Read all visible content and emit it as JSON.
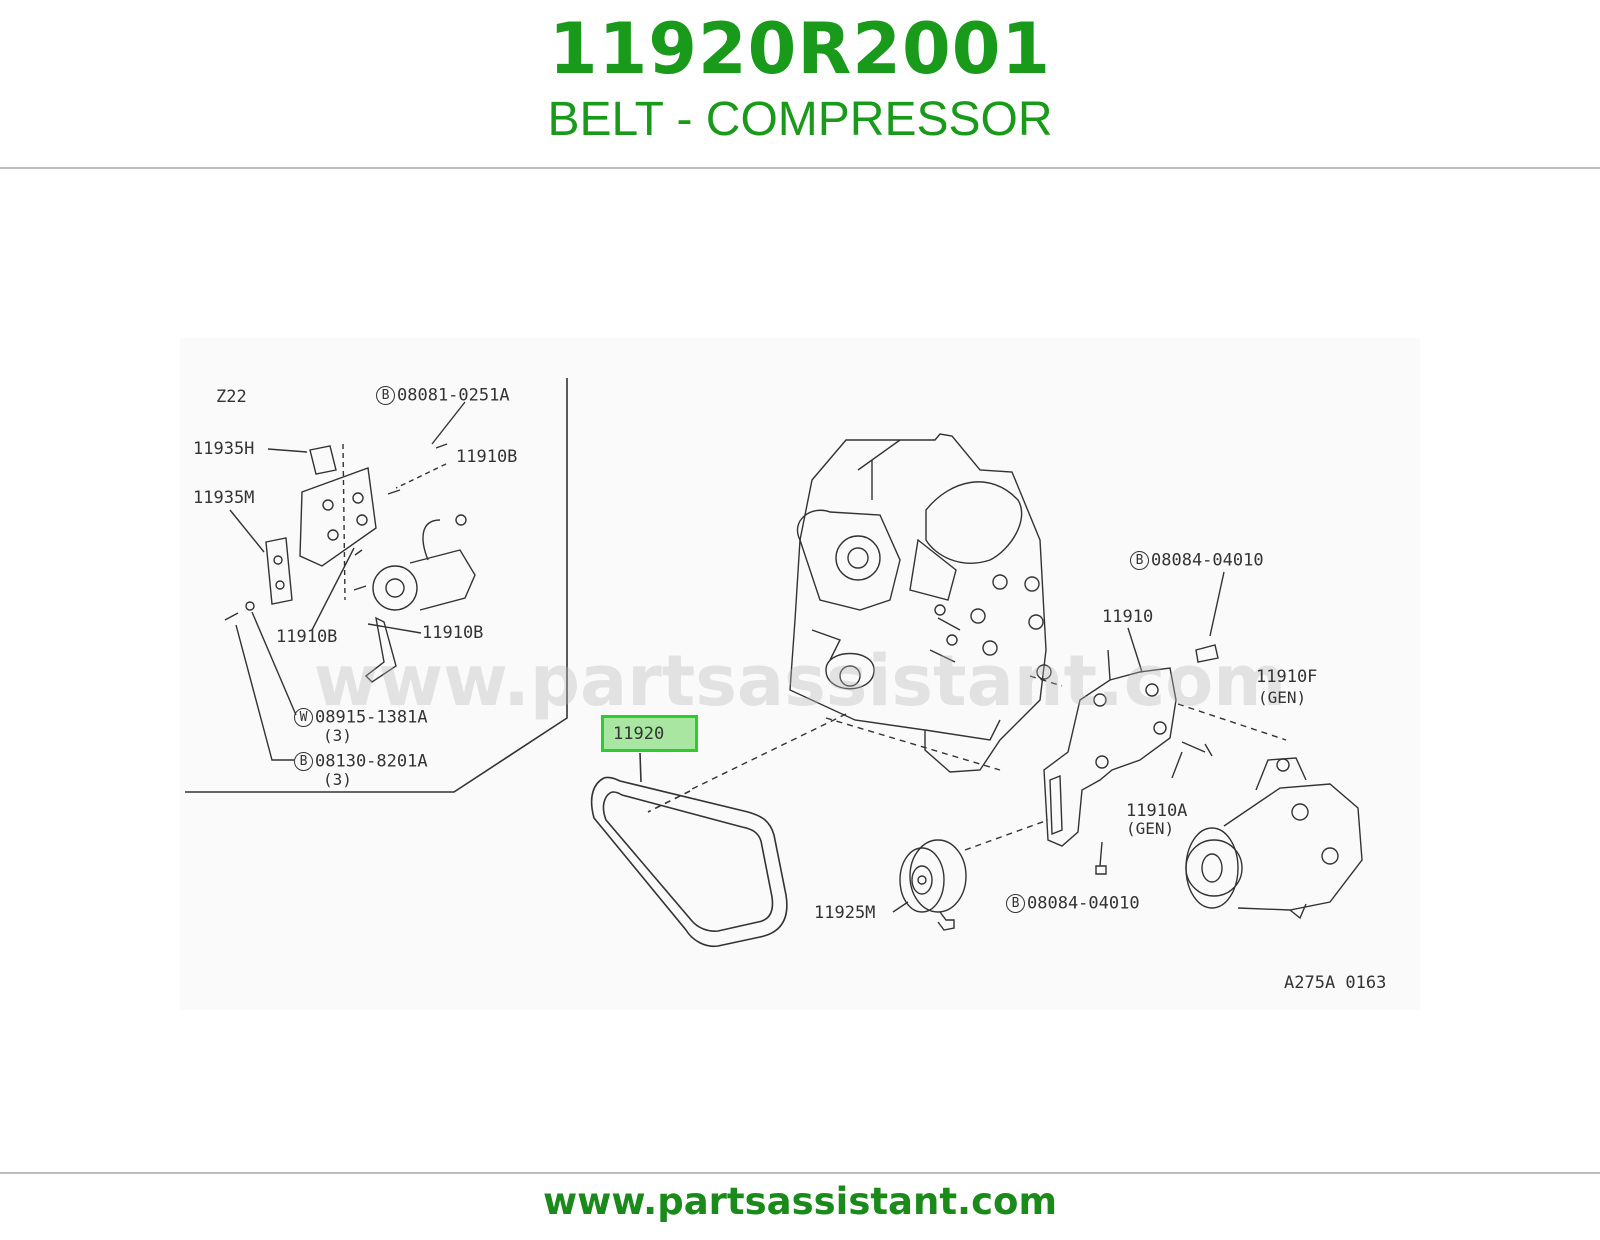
{
  "header": {
    "part_number": "11920R2001",
    "part_name": "BELT - COMPRESSOR"
  },
  "footer": {
    "url": "www.partsassistant.com"
  },
  "watermark": "www.partsassistant.com",
  "diagram": {
    "code": "A275A 0163",
    "inset_title": "Z22",
    "highlighted_part": "11920",
    "labels": {
      "b_08081_0251a": "08081-0251A",
      "p_11935h": "11935H",
      "p_11910b_1": "11910B",
      "p_11935m": "11935M",
      "p_11910b_2": "11910B",
      "p_11910b_3": "11910B",
      "w_08915_1381a": "08915-1381A",
      "qty_1": "(3)",
      "b_08130_8201a": "08130-8201A",
      "qty_2": "(3)",
      "b_08084_04010_top": "08084-04010",
      "p_11910": "11910",
      "p_11910f": "11910F",
      "gen_1": "(GEN)",
      "p_11910a": "11910A",
      "gen_2": "(GEN)",
      "p_11925m": "11925M",
      "b_08084_04010_bottom": "08084-04010"
    },
    "markers": {
      "b": "B",
      "w": "W"
    }
  },
  "colors": {
    "accent_green": "#1a9a1a",
    "highlight_fill": "#a8e6a1",
    "highlight_border": "#2ecc2e"
  }
}
